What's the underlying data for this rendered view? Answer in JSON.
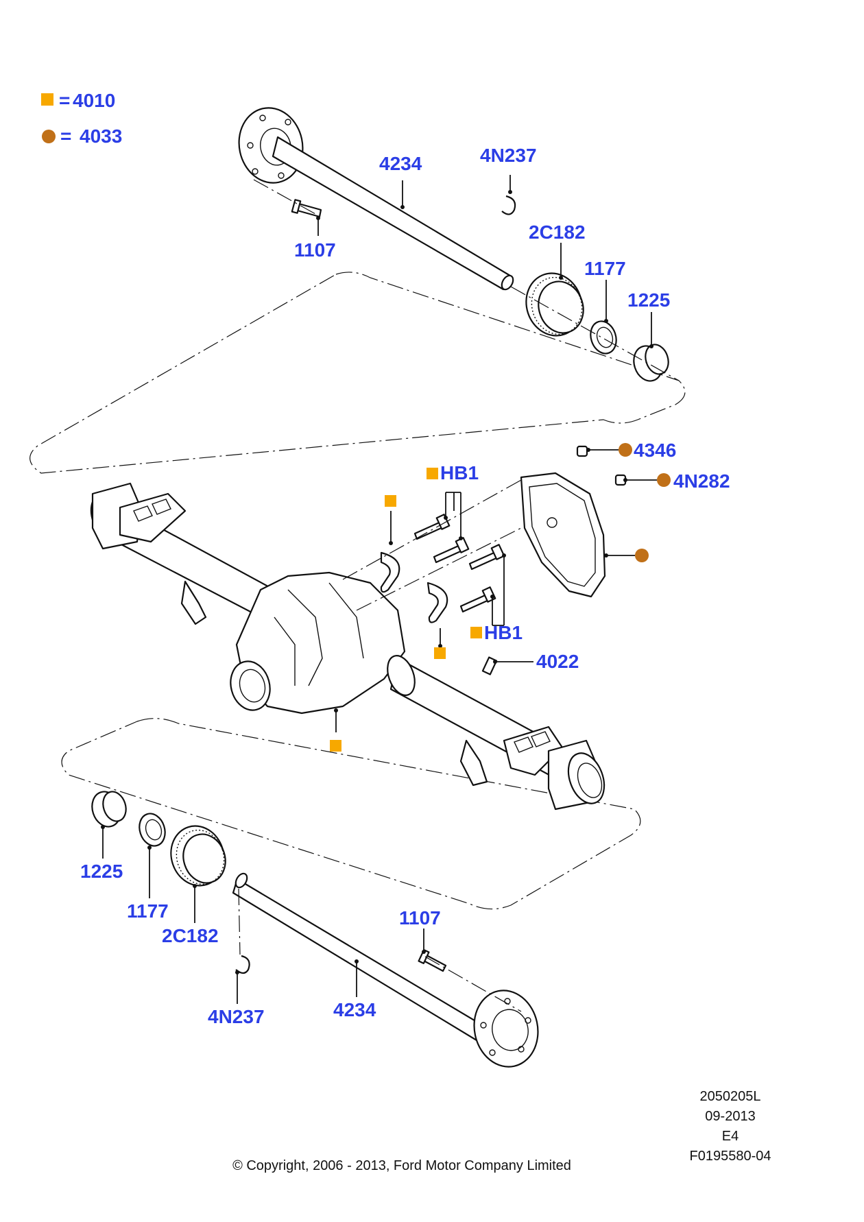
{
  "legend": {
    "square_label": "4010",
    "circle_label": "4033",
    "equals": "="
  },
  "colors": {
    "square_marker": "#f7a800",
    "circle_marker": "#c07018",
    "callout_text": "#2b3ee6"
  },
  "callouts": {
    "upper_4234": "4234",
    "upper_4n237": "4N237",
    "upper_1107": "1107",
    "upper_2c182": "2C182",
    "upper_1177": "1177",
    "upper_1225": "1225",
    "c_4346": "4346",
    "c_4n282": "4N282",
    "hb1_top": "HB1",
    "hb1_bottom": "HB1",
    "c_4022": "4022",
    "lower_1225": "1225",
    "lower_1177": "1177",
    "lower_2c182": "2C182",
    "lower_1107": "1107",
    "lower_4n237": "4N237",
    "lower_4234": "4234"
  },
  "meta": {
    "drawing_number": "2050205L",
    "date": "09-2013",
    "revision": "E4",
    "figure_id": "F0195580-04",
    "copyright": "© Copyright, 2006 - 2013, Ford Motor Company Limited"
  }
}
